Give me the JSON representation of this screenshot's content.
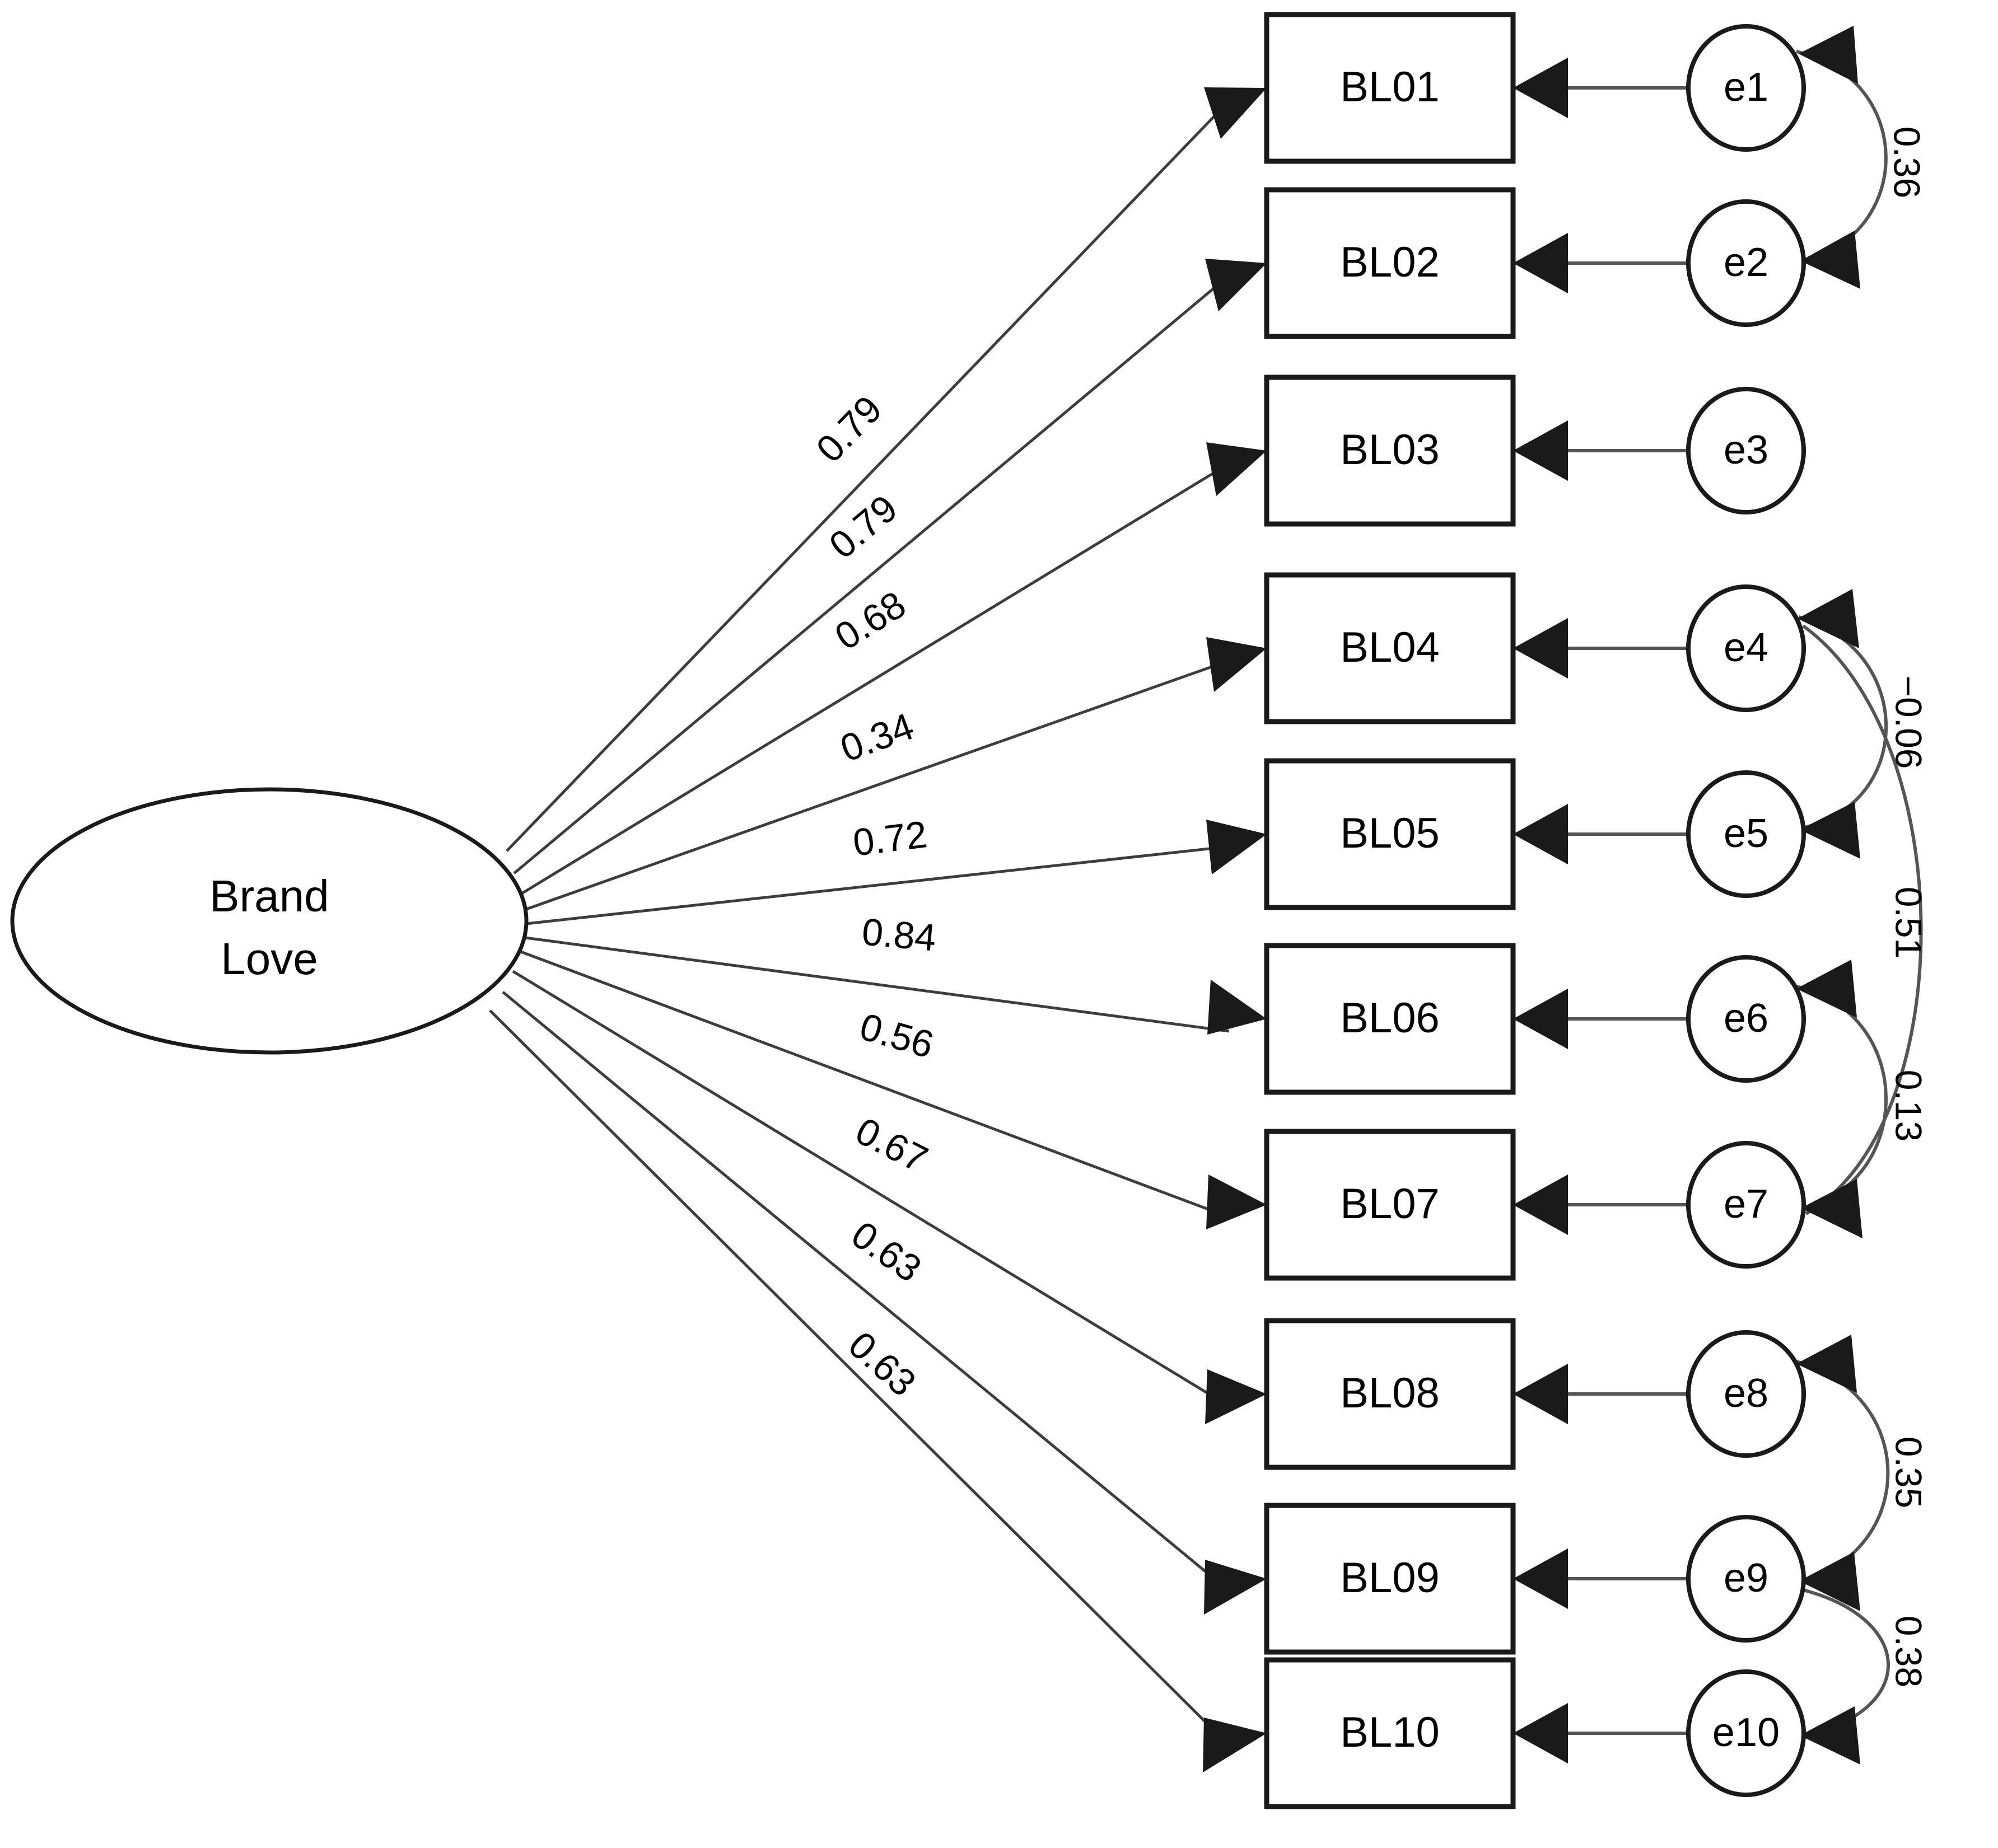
{
  "figure": {
    "type": "sem-path-diagram",
    "latent": {
      "name": "brand-love",
      "label_line1": "Brand",
      "label_line2": "Love"
    },
    "indicators": [
      {
        "id": "BL01",
        "label": "BL01",
        "loading": "0.79",
        "error": "e1"
      },
      {
        "id": "BL02",
        "label": "BL02",
        "loading": "0.79",
        "error": "e2"
      },
      {
        "id": "BL03",
        "label": "BL03",
        "loading": "0.68",
        "error": "e3"
      },
      {
        "id": "BL04",
        "label": "BL04",
        "loading": "0.34",
        "error": "e4"
      },
      {
        "id": "BL05",
        "label": "BL05",
        "loading": "0.72",
        "error": "e5"
      },
      {
        "id": "BL06",
        "label": "BL06",
        "loading": "0.84",
        "error": "e6"
      },
      {
        "id": "BL07",
        "label": "BL07",
        "loading": "0.56",
        "error": "e7"
      },
      {
        "id": "BL08",
        "label": "BL08",
        "loading": "0.67",
        "error": "e8"
      },
      {
        "id": "BL09",
        "label": "BL09",
        "loading": "0.63",
        "error": "e9"
      },
      {
        "id": "BL10",
        "label": "BL10",
        "loading": "0.63",
        "error": "e10"
      }
    ],
    "correlations": [
      {
        "from": "e1",
        "to": "e2",
        "value": "0.36"
      },
      {
        "from": "e4",
        "to": "e5",
        "value": "−0.06"
      },
      {
        "from": "e4",
        "to": "e7",
        "value": "0.51"
      },
      {
        "from": "e6",
        "to": "e7",
        "value": "0.13"
      },
      {
        "from": "e8",
        "to": "e9",
        "value": "0.35"
      },
      {
        "from": "e9",
        "to": "e10",
        "value": "0.38"
      }
    ],
    "colors": {
      "background": "#ffffff",
      "stroke": "#1a1a1a",
      "line": "#555555",
      "text": "#000000"
    }
  },
  "chart_data": {
    "type": "diagram",
    "title": "",
    "model": "Confirmatory factor analysis — Brand Love (one factor, 10 indicators)",
    "latent_variable": "Brand Love",
    "indicators": [
      "BL01",
      "BL02",
      "BL03",
      "BL04",
      "BL05",
      "BL06",
      "BL07",
      "BL08",
      "BL09",
      "BL10"
    ],
    "standardized_loadings": [
      0.79,
      0.79,
      0.68,
      0.34,
      0.72,
      0.84,
      0.56,
      0.67,
      0.63,
      0.63
    ],
    "error_terms": [
      "e1",
      "e2",
      "e3",
      "e4",
      "e5",
      "e6",
      "e7",
      "e8",
      "e9",
      "e10"
    ],
    "error_covariances": [
      {
        "pair": [
          "e1",
          "e2"
        ],
        "value": 0.36
      },
      {
        "pair": [
          "e4",
          "e5"
        ],
        "value": -0.06
      },
      {
        "pair": [
          "e4",
          "e7"
        ],
        "value": 0.51
      },
      {
        "pair": [
          "e6",
          "e7"
        ],
        "value": 0.13
      },
      {
        "pair": [
          "e8",
          "e9"
        ],
        "value": 0.35
      },
      {
        "pair": [
          "e9",
          "e10"
        ],
        "value": 0.38
      }
    ]
  }
}
